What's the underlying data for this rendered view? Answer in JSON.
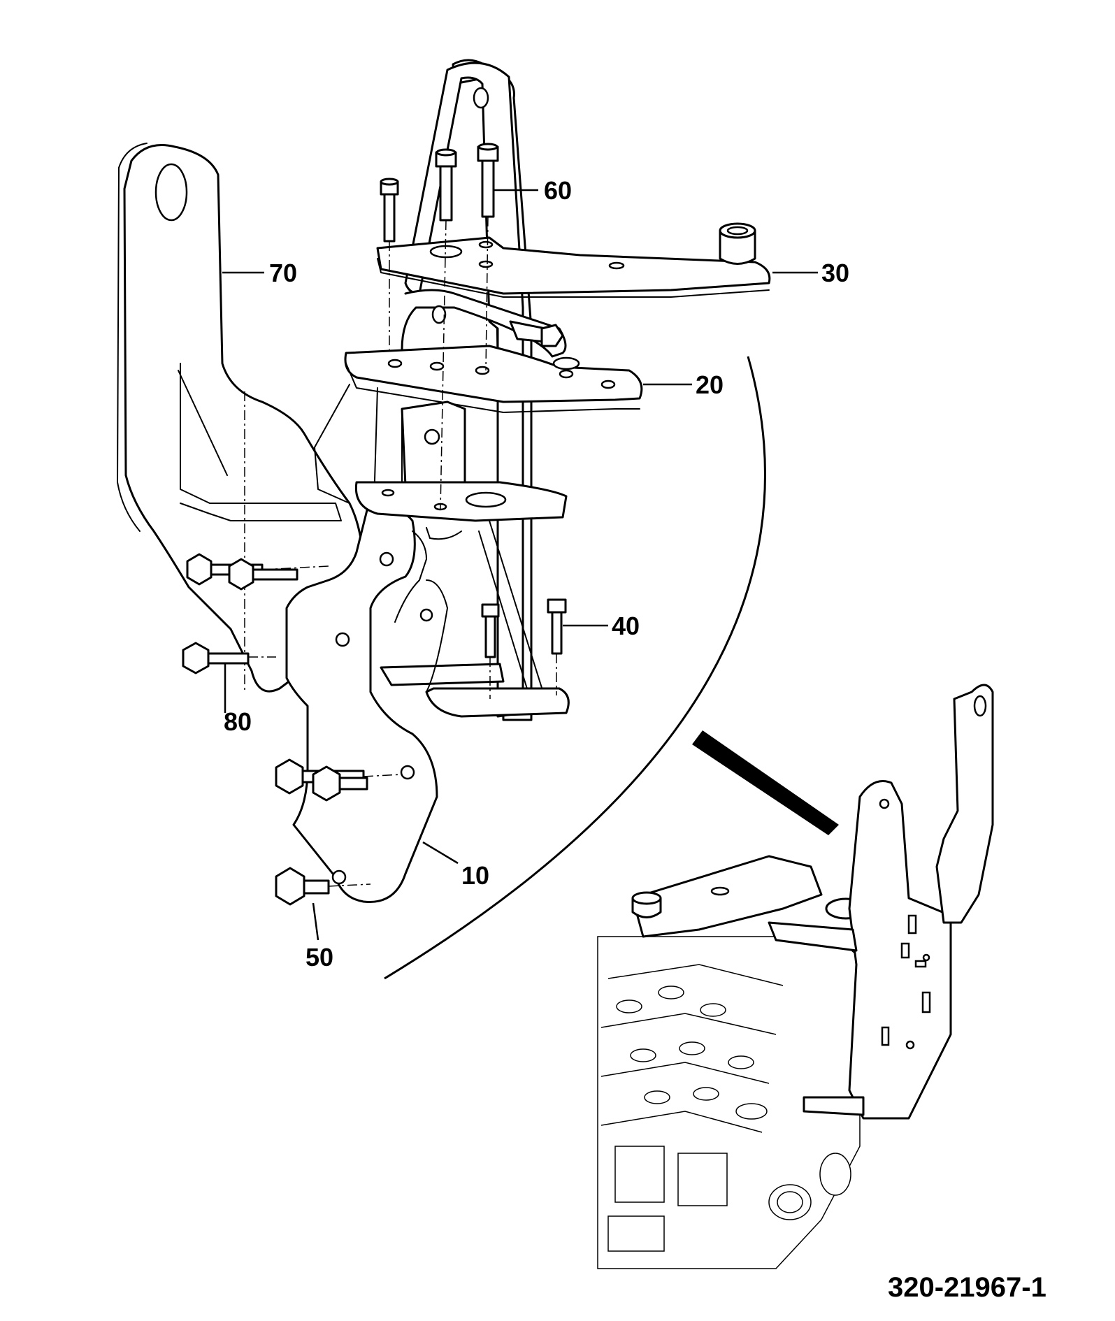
{
  "callouts": {
    "c10": "10",
    "c20": "20",
    "c30": "30",
    "c40": "40",
    "c50": "50",
    "c60": "60",
    "c70": "70",
    "c80": "80"
  },
  "drawing_number": "320-21967-1"
}
